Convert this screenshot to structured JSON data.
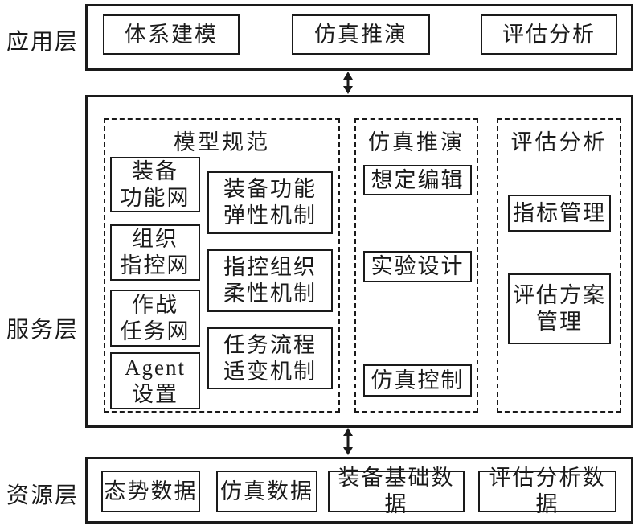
{
  "background": "#ffffff",
  "line_color": "#1a1a1a",
  "application_layer": {
    "label": "应用层",
    "items": [
      "体系建模",
      "仿真推演",
      "评估分析"
    ]
  },
  "service_layer": {
    "label": "服务层",
    "groups": [
      {
        "title": "模型规范",
        "left_column": [
          "装备\n功能网",
          "组织\n指控网",
          "作战\n任务网",
          "Agent\n设置"
        ],
        "right_column": [
          "装备功能\n弹性机制",
          "指控组织\n柔性机制",
          "任务流程\n适变机制"
        ]
      },
      {
        "title": "仿真推演",
        "items": [
          "想定编辑",
          "实验设计",
          "仿真控制"
        ]
      },
      {
        "title": "评估分析",
        "items": [
          "指标管理",
          "评估方案\n管理"
        ]
      }
    ]
  },
  "resource_layer": {
    "label": "资源层",
    "items": [
      "态势数据",
      "仿真数据",
      "装备基础数据",
      "评估分析数据"
    ]
  },
  "icons": {
    "connector_top": "double-vertical-arrow",
    "connector_bottom": "double-vertical-arrow"
  }
}
